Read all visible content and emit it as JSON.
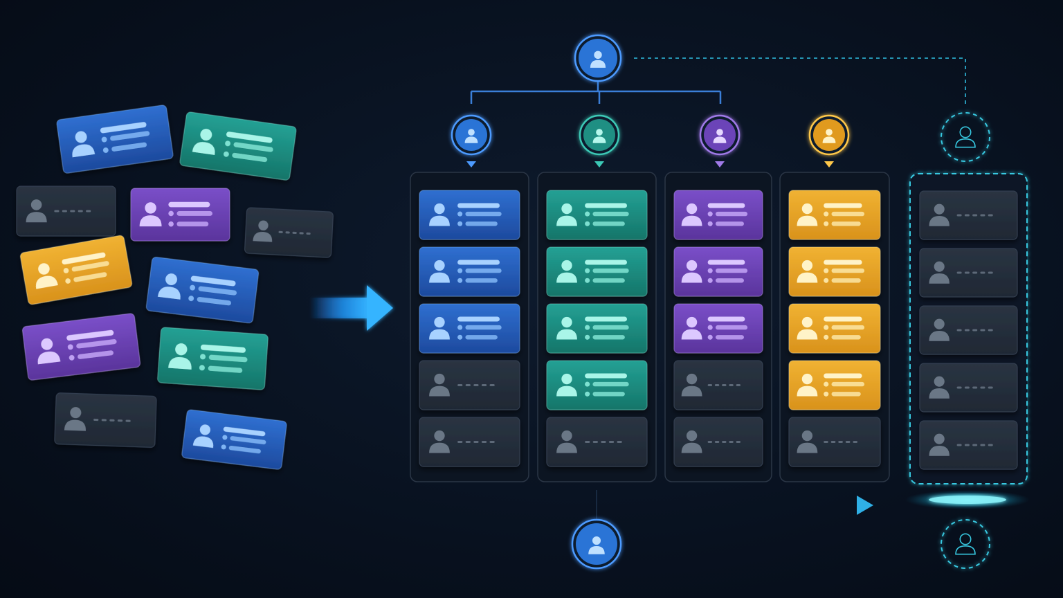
{
  "palette": {
    "blue": {
      "top": "#2f6fd0",
      "bottom": "#1d4a9e",
      "line": "#8fc4ff",
      "light": "#a8d2ff",
      "avatar_bg": "#2a74d6",
      "avatar_ring": "#4d9bff"
    },
    "teal": {
      "top": "#23a094",
      "bottom": "#157569",
      "line": "#8ff0df",
      "light": "#a9f5e8",
      "avatar_bg": "#1f8f83",
      "avatar_ring": "#3cc9b6"
    },
    "purple": {
      "top": "#7a4fc8",
      "bottom": "#5a349c",
      "line": "#cfb2ff",
      "light": "#dcc8ff",
      "avatar_bg": "#6b44b8",
      "avatar_ring": "#a07ae8"
    },
    "yellow": {
      "top": "#f0b232",
      "bottom": "#d9921c",
      "line": "#fff0b8",
      "light": "#fff3c8",
      "avatar_bg": "#e09a1e",
      "avatar_ring": "#ffc84a"
    },
    "gray": {
      "top": "#2a3442",
      "bottom": "#1f2834",
      "line": "#5d6978",
      "light": "#6b7786",
      "avatar_bg": "#2a3442",
      "avatar_ring": "#5d6978"
    },
    "accent": "#2fa8ff",
    "cyan": "#37c8e0"
  },
  "icons": {
    "person": "person-icon",
    "arrow": "arrow-right-icon",
    "avatar": "user-avatar-icon",
    "placeholder": "placeholder-user-icon"
  },
  "scattered_cards": [
    {
      "color": "blue"
    },
    {
      "color": "teal"
    },
    {
      "color": "gray"
    },
    {
      "color": "purple"
    },
    {
      "color": "gray"
    },
    {
      "color": "yellow"
    },
    {
      "color": "blue"
    },
    {
      "color": "purple"
    },
    {
      "color": "teal"
    },
    {
      "color": "gray"
    },
    {
      "color": "blue"
    }
  ],
  "columns": [
    {
      "color": "blue",
      "slots": [
        "blue",
        "blue",
        "blue",
        "gray",
        "gray"
      ]
    },
    {
      "color": "teal",
      "slots": [
        "teal",
        "teal",
        "teal",
        "teal",
        "gray"
      ]
    },
    {
      "color": "purple",
      "slots": [
        "purple",
        "purple",
        "purple",
        "gray",
        "gray"
      ]
    },
    {
      "color": "yellow",
      "slots": [
        "yellow",
        "yellow",
        "yellow",
        "yellow",
        "gray"
      ]
    }
  ],
  "reserve_column": {
    "slots": [
      "gray",
      "gray",
      "gray",
      "gray",
      "gray"
    ]
  }
}
